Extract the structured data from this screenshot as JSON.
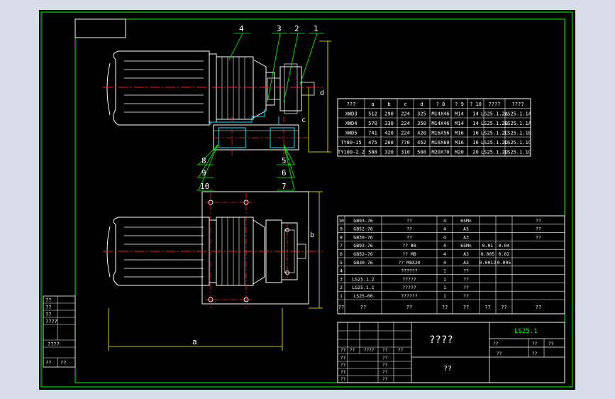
{
  "colors": {
    "background": "#000000",
    "frame": "#00ff00",
    "outline": "#ffffff",
    "text": "#ffffff",
    "centerline": "#ff2020",
    "dimension": "#ffff00",
    "part_line": "#00e5ff",
    "leader": "#00ff00",
    "page_bg": "#d6dde7"
  },
  "callouts_top": [
    "4",
    "3",
    "2",
    "1"
  ],
  "callouts_left": [
    "8",
    "9",
    "10"
  ],
  "callouts_right": [
    "5",
    "6",
    "7"
  ],
  "dimensions": {
    "a": "a",
    "b": "b",
    "c": "c",
    "d": "d"
  },
  "spec_table": {
    "headers": [
      "???",
      "a",
      "b",
      "c",
      "d",
      "? 8",
      "? 9",
      "? 10",
      "????",
      "????"
    ],
    "rows": [
      [
        "XWD3",
        "512",
        "290",
        "224",
        "325",
        "M14X46",
        "M14",
        "14",
        "LS25.1.2A",
        "LS25.1.1A"
      ],
      [
        "XWD4",
        "570",
        "330",
        "224",
        "350",
        "M14X46",
        "M14",
        "14",
        "LS25.1.2B",
        "LS25.1.1A"
      ],
      [
        "XWD5",
        "741",
        "420",
        "224",
        "420",
        "M16X56",
        "M16",
        "16",
        "LS25.1.2C",
        "LS25.1.1B"
      ],
      [
        "TY80-15",
        "475",
        "260",
        "770",
        "452",
        "M16X60",
        "M16",
        "16",
        "LS25.1.2D",
        "LS25.1.1C"
      ],
      [
        "TY100-2.2",
        "588",
        "320",
        "310",
        "508",
        "M20X70",
        "M20",
        "20",
        "LS25.1.2D",
        "LS25.1.1C"
      ]
    ]
  },
  "parts_list": {
    "rows": [
      [
        "10",
        "GB93-76",
        "??",
        "4",
        "65Mn",
        "",
        "",
        "??"
      ],
      [
        "9",
        "GB52-76",
        "??",
        "4",
        "A3",
        "",
        "",
        "??"
      ],
      [
        "8",
        "GB30-76",
        "??",
        "4",
        "A3",
        "",
        "",
        "??"
      ],
      [
        "7",
        "GB93-76",
        "?? Φ8",
        "4",
        "65Mn",
        "0.01",
        "0.04",
        ""
      ],
      [
        "6",
        "GB52-76",
        "?? M8",
        "4",
        "A3",
        "0.005",
        "0.02",
        ""
      ],
      [
        "5",
        "GB30-76",
        "?? M8X20",
        "4",
        "A3",
        "0.0012",
        "0.005",
        ""
      ],
      [
        "4",
        "",
        "??????",
        "1",
        "??",
        "",
        "",
        ""
      ],
      [
        "3",
        "LS25.1.2",
        "?????",
        "1",
        "??",
        "",
        "",
        ""
      ],
      [
        "2",
        "LS25.1.1",
        "?????",
        "1",
        "??",
        "",
        "",
        ""
      ],
      [
        "1",
        "LS25-00",
        "??????",
        "1",
        "??",
        "",
        "",
        ""
      ]
    ],
    "header": [
      "??",
      "??",
      "??",
      "??",
      "??",
      "??",
      "??",
      "??"
    ]
  },
  "title_block": {
    "drawing_name": "????",
    "drawing_no": "LS25.1",
    "company": "??",
    "cells": [
      "??",
      "??",
      "????",
      "??",
      "??",
      "??",
      "??",
      "??",
      "??",
      "??",
      "??",
      "??",
      "??",
      "??",
      "??",
      "??",
      "??",
      "??",
      "??",
      "??",
      "??"
    ]
  },
  "left_stamp": [
    "??",
    "??",
    "??",
    "????",
    "????",
    "??",
    "??"
  ]
}
